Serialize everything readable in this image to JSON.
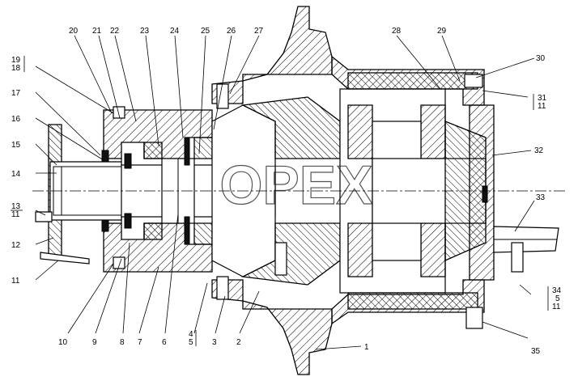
{
  "watermark": "OPEX",
  "labels": {
    "l20": "20",
    "l21": "21",
    "l22": "22",
    "l23": "23",
    "l24": "24",
    "l25": "25",
    "l26": "26",
    "l27": "27",
    "l28": "28",
    "l29": "29",
    "l30": "30",
    "l19": "19",
    "l18": "18",
    "l17": "17",
    "l16": "16",
    "l15": "15",
    "l14": "14",
    "l13": "13",
    "l11a": "11",
    "l12": "12",
    "l11b": "11",
    "l31": "31",
    "l11c": "11",
    "l32": "32",
    "l33": "33",
    "l34": "34",
    "l5a": "5",
    "l11d": "11",
    "l35": "35",
    "l1": "1",
    "l10": "10",
    "l9": "9",
    "l8": "8",
    "l7": "7",
    "l6": "6",
    "l4": "4",
    "l5b": "5",
    "l3": "3",
    "l2": "2"
  }
}
